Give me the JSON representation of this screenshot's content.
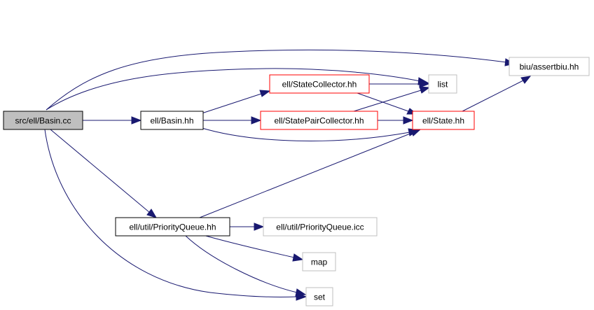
{
  "colors": {
    "edge": "#191970",
    "root_fill": "#bfbfbf",
    "normal_border": "#000000",
    "incomplete_border": "#ff0000",
    "external_border": "#bfbfbf"
  },
  "nodes": {
    "basin_cc": {
      "label": "src/ell/Basin.cc",
      "kind": "root"
    },
    "basin_hh": {
      "label": "ell/Basin.hh",
      "kind": "normal"
    },
    "statecollector": {
      "label": "ell/StateCollector.hh",
      "kind": "incomplete"
    },
    "statepaircollector": {
      "label": "ell/StatePairCollector.hh",
      "kind": "incomplete"
    },
    "state": {
      "label": "ell/State.hh",
      "kind": "incomplete"
    },
    "list": {
      "label": "list",
      "kind": "external"
    },
    "assertbiu": {
      "label": "biu/assertbiu.hh",
      "kind": "external"
    },
    "priorityqueue": {
      "label": "ell/util/PriorityQueue.hh",
      "kind": "normal"
    },
    "priorityqueue_icc": {
      "label": "ell/util/PriorityQueue.icc",
      "kind": "external"
    },
    "map": {
      "label": "map",
      "kind": "external"
    },
    "set": {
      "label": "set",
      "kind": "external"
    }
  },
  "edges": [
    {
      "from": "src/ell/Basin.cc",
      "to": "biu/assertbiu.hh"
    },
    {
      "from": "src/ell/Basin.cc",
      "to": "list"
    },
    {
      "from": "src/ell/Basin.cc",
      "to": "ell/Basin.hh"
    },
    {
      "from": "src/ell/Basin.cc",
      "to": "ell/util/PriorityQueue.hh"
    },
    {
      "from": "src/ell/Basin.cc",
      "to": "set"
    },
    {
      "from": "ell/Basin.hh",
      "to": "ell/StateCollector.hh"
    },
    {
      "from": "ell/Basin.hh",
      "to": "ell/StatePairCollector.hh"
    },
    {
      "from": "ell/Basin.hh",
      "to": "ell/State.hh"
    },
    {
      "from": "ell/StateCollector.hh",
      "to": "list"
    },
    {
      "from": "ell/StateCollector.hh",
      "to": "ell/State.hh"
    },
    {
      "from": "ell/StatePairCollector.hh",
      "to": "list"
    },
    {
      "from": "ell/StatePairCollector.hh",
      "to": "ell/State.hh"
    },
    {
      "from": "ell/State.hh",
      "to": "biu/assertbiu.hh"
    },
    {
      "from": "ell/util/PriorityQueue.hh",
      "to": "ell/State.hh"
    },
    {
      "from": "ell/util/PriorityQueue.hh",
      "to": "ell/util/PriorityQueue.icc"
    },
    {
      "from": "ell/util/PriorityQueue.hh",
      "to": "map"
    },
    {
      "from": "ell/util/PriorityQueue.hh",
      "to": "set"
    }
  ]
}
